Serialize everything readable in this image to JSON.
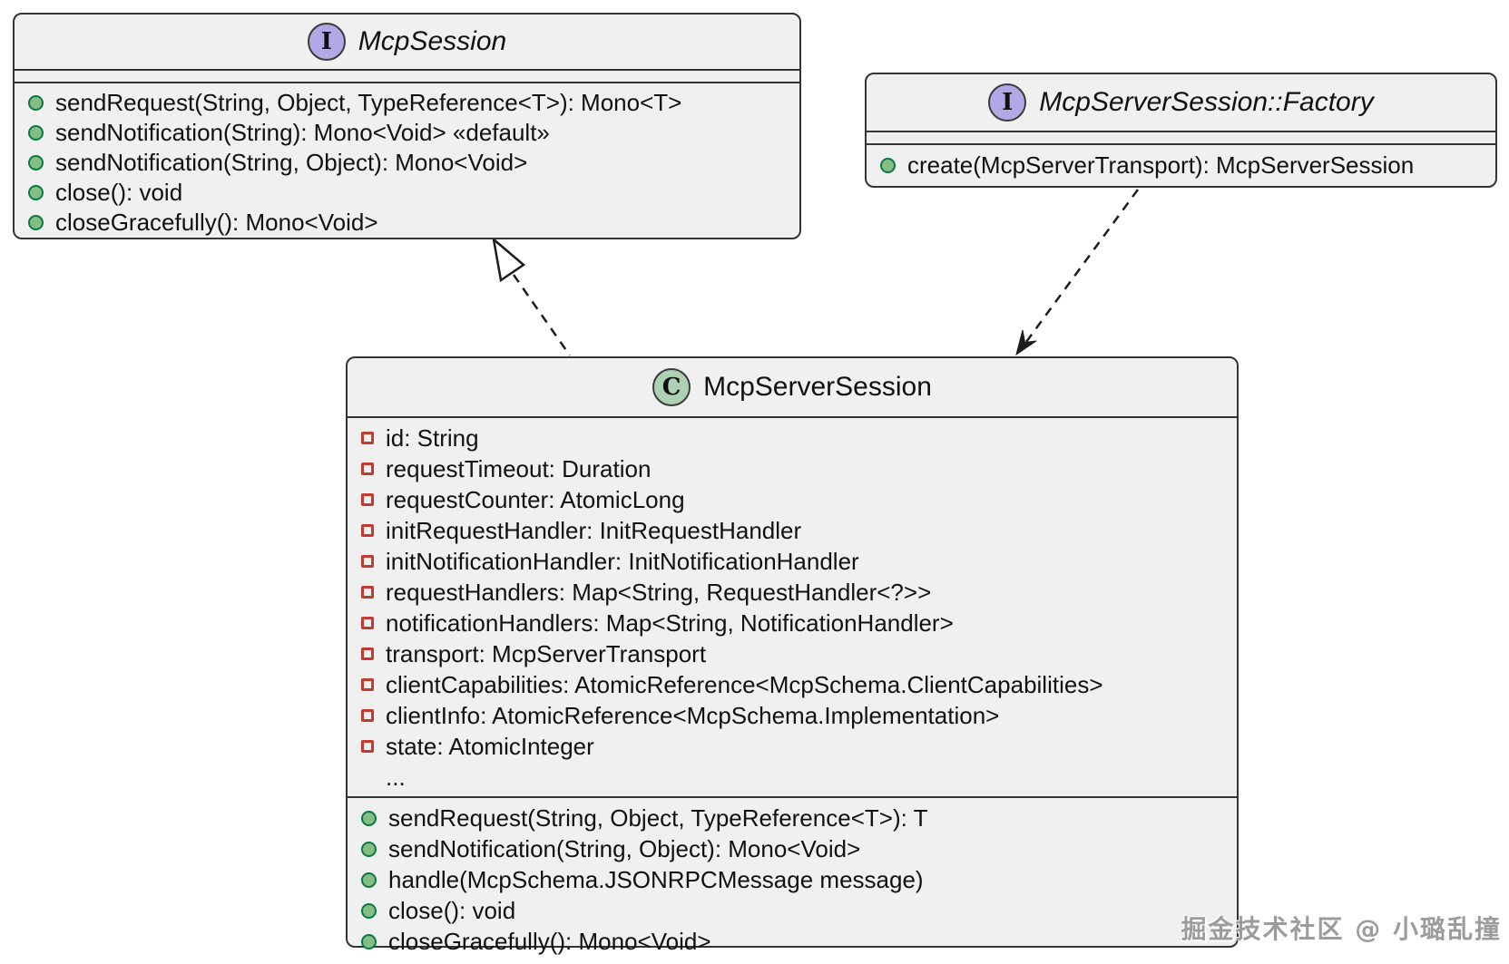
{
  "watermark": "掘金技术社区 @ 小璐乱撞",
  "colors": {
    "box_fill": "#f0f0f0",
    "box_border": "#343434",
    "interface_badge_fill": "#b4a7e5",
    "class_badge_fill": "#add1b2",
    "field_icon_color": "#c23b33",
    "method_icon_fill": "#84be84",
    "method_icon_border": "#0a7a45",
    "arrow_color": "#1c1c1c"
  },
  "classes": {
    "mcp_session": {
      "kind": "interface",
      "badge_letter": "I",
      "name": "McpSession",
      "fields": [],
      "methods": [
        "sendRequest(String, Object, TypeReference<T>): Mono<T>",
        "sendNotification(String): Mono<Void> «default»",
        "sendNotification(String, Object): Mono<Void>",
        "close(): void",
        "closeGracefully(): Mono<Void>"
      ]
    },
    "factory": {
      "kind": "interface",
      "badge_letter": "I",
      "name": "McpServerSession::Factory",
      "fields": [],
      "methods": [
        "create(McpServerTransport): McpServerSession"
      ]
    },
    "mcp_server_session": {
      "kind": "class",
      "badge_letter": "C",
      "name": "McpServerSession",
      "fields": [
        "id: String",
        "requestTimeout: Duration",
        "requestCounter: AtomicLong",
        "initRequestHandler: InitRequestHandler",
        "initNotificationHandler: InitNotificationHandler",
        "requestHandlers: Map<String, RequestHandler<?>>",
        "notificationHandlers: Map<String, NotificationHandler>",
        "transport: McpServerTransport",
        "clientCapabilities: AtomicReference<McpSchema.ClientCapabilities>",
        "clientInfo: AtomicReference<McpSchema.Implementation>",
        "state: AtomicInteger",
        "..."
      ],
      "methods": [
        "sendRequest(String, Object, TypeReference<T>): T",
        "sendNotification(String, Object): Mono<Void>",
        "handle(McpSchema.JSONRPCMessage message)",
        "close(): void",
        "closeGracefully(): Mono<Void>"
      ]
    }
  },
  "relations": [
    {
      "type": "realization",
      "from": "McpServerSession",
      "to": "McpSession",
      "line_style": "dashed"
    },
    {
      "type": "dependency",
      "from": "McpServerSession::Factory",
      "to": "McpServerSession",
      "line_style": "dashed"
    }
  ]
}
